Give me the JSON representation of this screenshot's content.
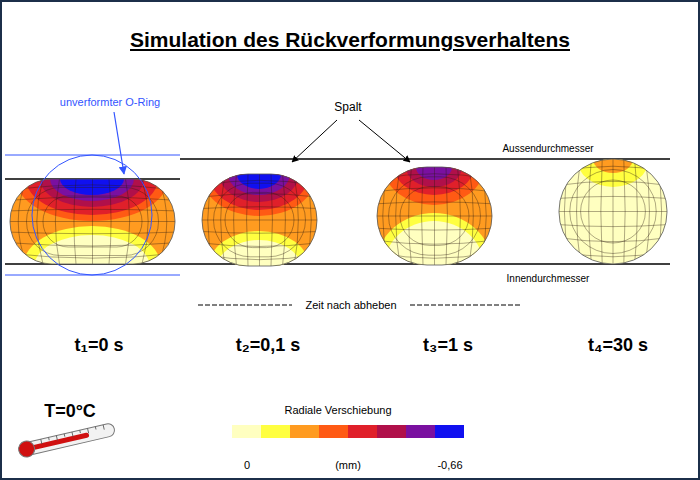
{
  "diagram": {
    "title": "Simulation des Rückverformungsverhaltens",
    "labels": [
      "unverformter O-Ring",
      "Spalt",
      "Aussendurchmesser",
      "Innendurchmesser",
      "Zeit nach abheben",
      "t₁=0 s",
      "t₂=0,1 s",
      "t₃=1 s",
      "t₄=30 s",
      "T=0°C",
      "Radiale Verschiebung",
      "0",
      "(mm)",
      "-0,66"
    ]
  }
}
